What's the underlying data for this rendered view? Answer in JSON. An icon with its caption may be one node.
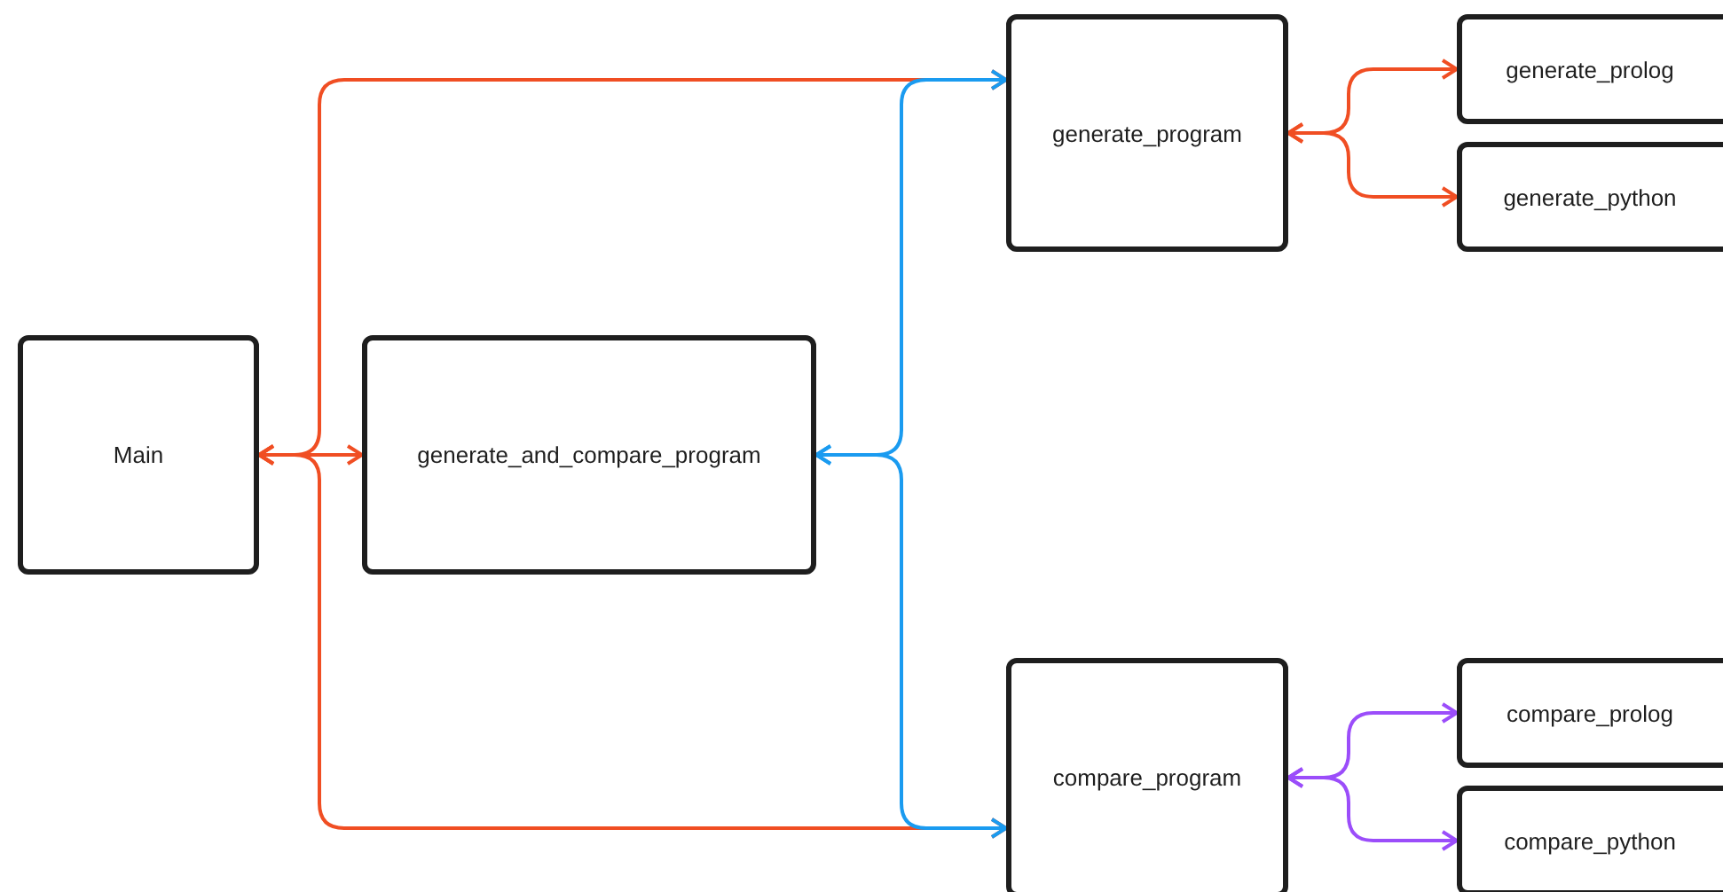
{
  "diagram": {
    "nodes": [
      {
        "text": [
          "Main"
        ]
      },
      {
        "text": [
          "generate_and_compare_program"
        ]
      },
      {
        "text": [
          "generate_program"
        ]
      },
      {
        "text": [
          "compare_program"
        ]
      },
      {
        "text": [
          "generate_prolog"
        ]
      },
      {
        "text": [
          "generate_python"
        ]
      },
      {
        "text": [
          "compare_prolog"
        ]
      },
      {
        "text": [
          "compare_python"
        ]
      }
    ],
    "edges": [
      {
        "from": 0,
        "to": 1,
        "arrow": "both"
      },
      {
        "from": 0,
        "to": 2,
        "arrow": "both"
      },
      {
        "from": 0,
        "to": 3,
        "arrow": "both"
      },
      {
        "from": 1,
        "to": 2,
        "arrow": "both",
        "color": "#1a9bf0"
      },
      {
        "from": 1,
        "to": 3,
        "arrow": "both",
        "color": "#1a9bf0"
      },
      {
        "from": 2,
        "to": 4,
        "arrow": "both"
      },
      {
        "from": 2,
        "to": 5,
        "arrow": "both"
      },
      {
        "from": 3,
        "to": 6,
        "arrow": "both",
        "color": "#9b4dfa"
      },
      {
        "from": 3,
        "to": 7,
        "arrow": "both",
        "color": "#9b4dfa"
      }
    ]
  }
}
